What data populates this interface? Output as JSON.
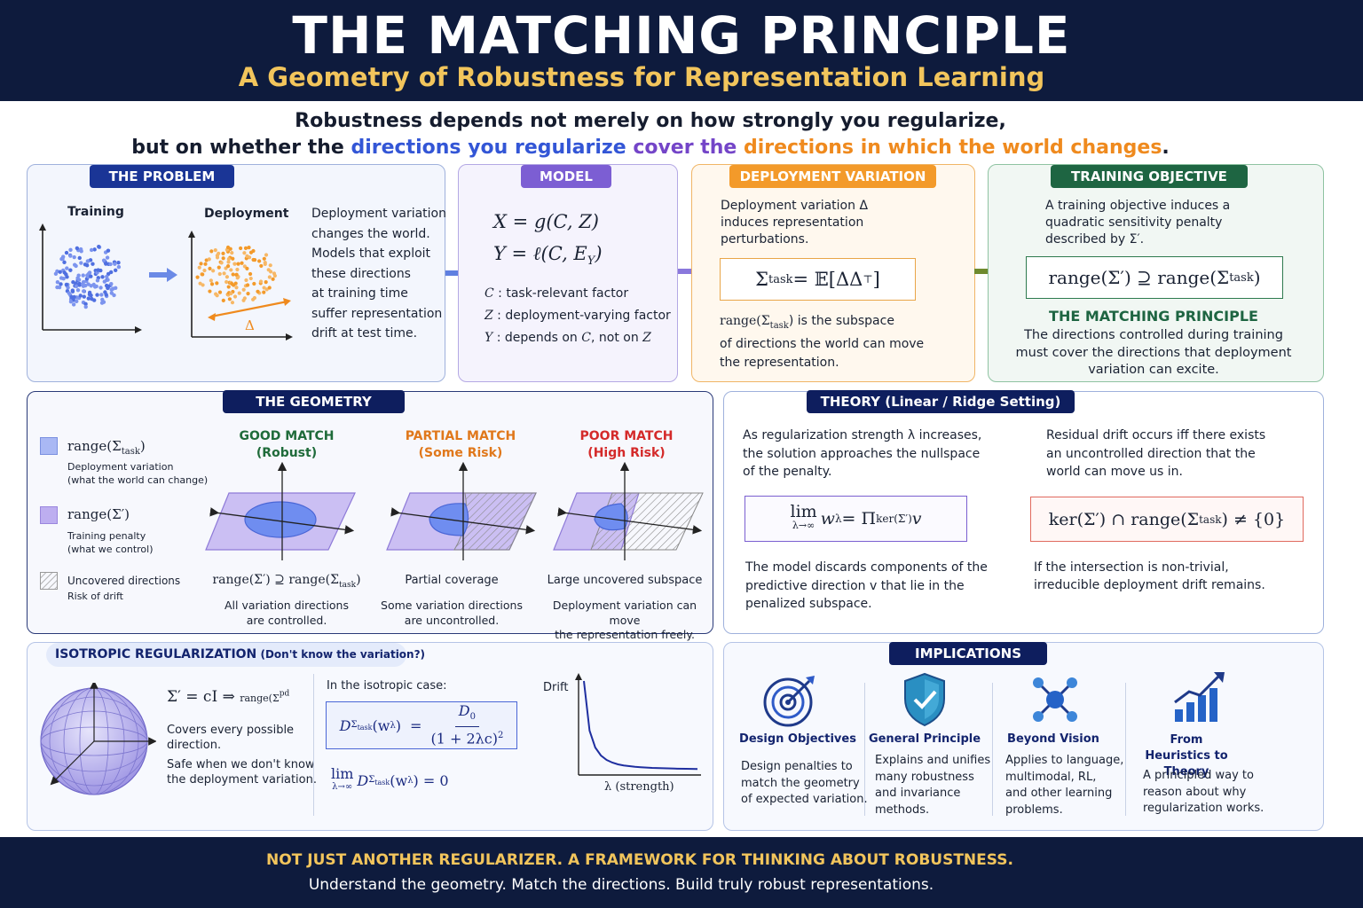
{
  "header": {
    "title": "THE MATCHING PRINCIPLE",
    "subtitle": "A Geometry of Robustness for Representation Learning"
  },
  "tagline": {
    "line1": "Robustness depends not merely on how strongly you regularize,",
    "line2_a": "but on whether the ",
    "line2_b": "directions you regularize",
    "line2_c": " cover the ",
    "line2_d": "directions in which the world changes",
    "line2_e": "."
  },
  "problem": {
    "tab": "THE PROBLEM",
    "training_label": "Training",
    "deployment_label": "Deployment",
    "delta": "Δ",
    "text": [
      "Deployment variation",
      "changes the world.",
      "Models that exploit",
      "these directions",
      "at training time",
      "suffer representation",
      "drift at test time."
    ]
  },
  "model": {
    "tab": "MODEL",
    "eq1": "X = g(C, Z)",
    "eq2_a": "Y = ℓ(C, E",
    "eq2_sub": "Y",
    "eq2_b": ")",
    "def_c_sym": "C",
    "def_c": " : task-relevant factor",
    "def_z_sym": "Z",
    "def_z": " : deployment-varying factor",
    "def_y_sym": "Y",
    "def_y_a": " : depends on ",
    "def_y_c": "C",
    "def_y_b": ", not on ",
    "def_y_z": "Z"
  },
  "deployment": {
    "tab": "DEPLOYMENT VARIATION",
    "text1": [
      "Deployment variation Δ",
      "induces representation",
      "perturbations."
    ],
    "eq_a": "Σ",
    "eq_sub": "task",
    "eq_b": " = 𝔼[ΔΔ",
    "eq_sup": "⊤",
    "eq_c": "]",
    "text2_a": "range(Σ",
    "text2_sub": "task",
    "text2_b": ")  is the subspace",
    "text2_lines": [
      "of directions the world can move",
      "the representation."
    ]
  },
  "training": {
    "tab": "TRAINING OBJECTIVE",
    "text": [
      "A training objective induces a",
      "quadratic sensitivity penalty",
      "described by Σ′."
    ],
    "eq_a": "range(Σ′) ⊇ range(Σ",
    "eq_sub": "task",
    "eq_b": ")",
    "principle_title": "THE MATCHING PRINCIPLE",
    "principle_text": [
      "The directions controlled during training",
      "must cover the directions that deployment",
      "variation can excite."
    ]
  },
  "geometry": {
    "tab": "THE GEOMETRY",
    "legend": [
      {
        "sym_a": "range(Σ",
        "sym_sub": "task",
        "sym_b": ")",
        "l1": "Deployment variation",
        "l2": "(what the world can change)"
      },
      {
        "sym_a": "range(Σ′)",
        "sym_sub": "",
        "sym_b": "",
        "l1": "Training penalty",
        "l2": "(what we control)"
      },
      {
        "sym_a": "Uncovered directions",
        "sym_sub": "",
        "sym_b": "",
        "l1": "Risk of drift",
        "l2": ""
      }
    ],
    "cases": [
      {
        "title": "GOOD MATCH",
        "sub": "(Robust)",
        "color": "#1f6b3a",
        "caption": "range(Σ′) ⊇ range(Σ",
        "caption_sub": "task",
        "caption_end": ")",
        "desc1": "All variation directions",
        "desc2": "are controlled."
      },
      {
        "title": "PARTIAL MATCH",
        "sub": "(Some Risk)",
        "color": "#e0781b",
        "caption": "Partial coverage",
        "caption_sub": "",
        "caption_end": "",
        "desc1": "Some variation directions",
        "desc2": "are uncontrolled."
      },
      {
        "title": "POOR MATCH",
        "sub": "(High Risk)",
        "color": "#d42a2a",
        "caption": "Large uncovered subspace",
        "caption_sub": "",
        "caption_end": "",
        "desc1": "Deployment variation can move",
        "desc2": "the representation freely."
      }
    ]
  },
  "theory": {
    "tab": "THEORY (Linear / Ridge Setting)",
    "left_text": [
      "As regularization strength λ increases,",
      "the solution approaches the nullspace",
      "of the penalty."
    ],
    "left_eq_lim": "lim",
    "left_eq_under": "λ→∞",
    "left_eq_body": " w",
    "left_eq_sub": "λ",
    "left_eq_rest": " = Π",
    "left_eq_sub2": "ker(Σ′)",
    "left_eq_end": "v",
    "left_desc": [
      "The model discards components of the",
      "predictive direction v that lie in the",
      "penalized subspace."
    ],
    "right_text": [
      "Residual drift occurs iff there exists",
      "an uncontrolled direction that the",
      "world can move us in."
    ],
    "right_eq_a": "ker(Σ′) ∩ range(Σ",
    "right_eq_sub": "task",
    "right_eq_b": ") ≠ {0}",
    "right_desc": [
      "If the intersection is non-trivial,",
      "irreducible deployment drift remains."
    ]
  },
  "isotropic": {
    "title": "ISOTROPIC REGULARIZATION",
    "title_paren": " (Don't know the variation?)",
    "eq_a": "Σ′ = cI  ⇒  ",
    "eq_small": "range(Σ",
    "eq_sup": "pd",
    "text1": [
      "Covers every possible",
      "direction."
    ],
    "text2": [
      "Safe when we don't know",
      "the deployment variation."
    ],
    "case_label": "In the isotropic case:",
    "eq2_d": "D",
    "eq2_dsub": "Σ",
    "eq2_dsubsub": "task",
    "eq2_arg": "(w",
    "eq2_argsub": "λ",
    "eq2_argend": ")",
    "eq2_eq": "=",
    "eq2_num": "D",
    "eq2_numsub": "0",
    "eq2_den": "(1 + 2λc)",
    "eq2_densup": "2",
    "eq3_lim": "lim",
    "eq3_under": "λ→∞",
    "eq3_d": "D",
    "eq3_dsub": "Σ",
    "eq3_dsubsub": "task",
    "eq3_arg": "(w",
    "eq3_argsub": "λ",
    "eq3_end": ")  =  0",
    "chart_ylabel": "Drift",
    "chart_xlabel": "λ  (strength)"
  },
  "chart_data": {
    "type": "line",
    "title": "",
    "xlabel": "λ  (strength)",
    "ylabel": "Drift",
    "x": [
      0,
      0.5,
      1,
      1.5,
      2,
      2.5,
      3,
      3.5,
      4,
      4.5,
      5,
      6,
      7,
      8,
      9,
      10
    ],
    "series": [
      {
        "values": [
          1.0,
          0.44,
          0.25,
          0.16,
          0.11,
          0.08,
          0.06,
          0.048,
          0.04,
          0.033,
          0.028,
          0.02,
          0.016,
          0.012,
          0.01,
          0.008
        ]
      }
    ],
    "ylim": [
      0,
      1
    ],
    "grid": false,
    "color": "#1f2fa0"
  },
  "implications": {
    "tab": "IMPLICATIONS",
    "items": [
      {
        "icon": "target-icon",
        "title": "Design Objectives",
        "text": [
          "Design penalties to",
          "match the geometry",
          "of expected variation."
        ]
      },
      {
        "icon": "shield-check-icon",
        "title": "General Principle",
        "text": [
          "Explains and unifies",
          "many robustness",
          "and invariance",
          "methods."
        ]
      },
      {
        "icon": "network-icon",
        "title": "Beyond Vision",
        "text": [
          "Applies to language,",
          "multimodal, RL,",
          "and other learning",
          "problems."
        ]
      },
      {
        "icon": "growth-chart-icon",
        "title": "From Heuristics to Theory",
        "text": [
          "A principled way to",
          "reason about why",
          "regularization works."
        ]
      }
    ]
  },
  "footer": {
    "title": "NOT JUST ANOTHER REGULARIZER. A FRAMEWORK FOR THINKING ABOUT ROBUSTNESS.",
    "sub": "Understand the geometry.  Match the directions.  Build truly robust representations."
  },
  "colors": {
    "navy": "#0e1b3d",
    "gold": "#f2c55c",
    "blue": "#3356d6",
    "purple": "#7445c8",
    "orange": "#ef8a1e",
    "green": "#1f6b3a",
    "red": "#d42a2a"
  }
}
